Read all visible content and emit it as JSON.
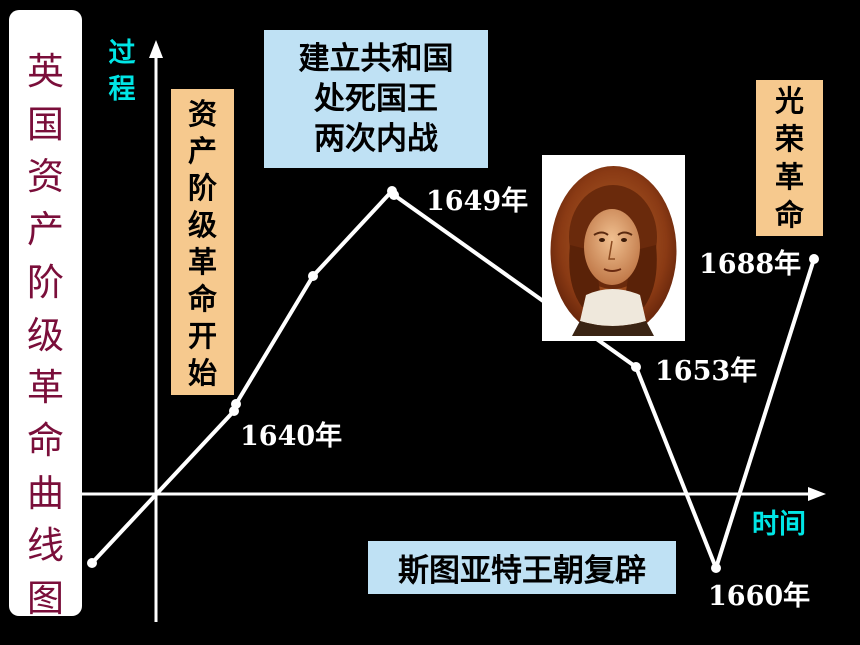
{
  "title_chars": [
    "英",
    "国",
    "资",
    "产",
    "阶",
    "级",
    "革",
    "命",
    "曲",
    "线",
    "图"
  ],
  "y_axis_label_chars": [
    "过",
    "程"
  ],
  "x_axis_label": "时间",
  "label_start_chars": [
    "资",
    "产",
    "阶",
    "级",
    "革",
    "命",
    "开",
    "始"
  ],
  "label_1649_lines": [
    "建立共和国",
    "处死国王",
    "两次内战"
  ],
  "label_glory_chars": [
    "光",
    "荣",
    "革",
    "命"
  ],
  "label_restoration": "斯图亚特王朝复辟",
  "years": {
    "y1640": "1640年",
    "y1649": "1649年",
    "y1653": "1653年",
    "y1660": "1660年",
    "y1688": "1688年"
  },
  "colors": {
    "background": "#000000",
    "title_text": "#7a0e3a",
    "axis_label": "#00e6e6",
    "tan_box": "#f6c98e",
    "blue_box": "#bfe1f4",
    "curve": "#ffffff"
  },
  "portrait": {
    "icon": "oliver-cromwell-portrait"
  }
}
